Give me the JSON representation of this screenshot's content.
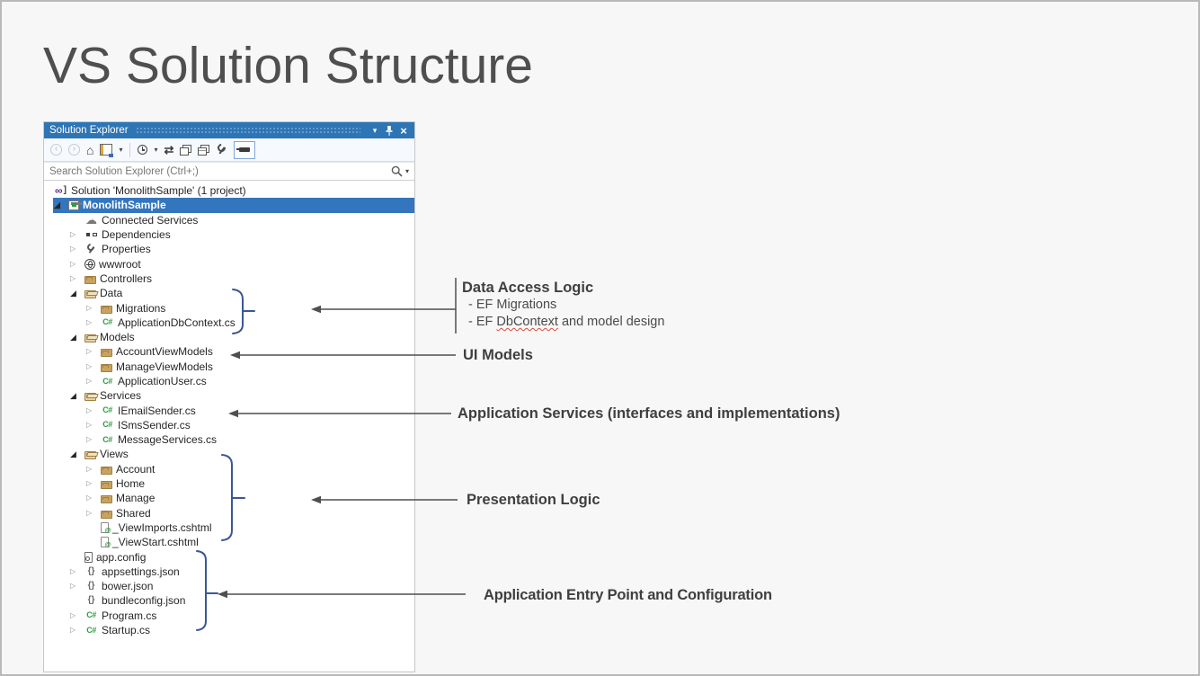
{
  "slide": {
    "title": "VS Solution Structure"
  },
  "panel": {
    "title": "Solution Explorer",
    "search_placeholder": "Search Solution Explorer (Ctrl+;)"
  },
  "glyphs": {
    "caret_down": "▾",
    "close": "×",
    "pin": "pin",
    "back_chevron": "‹",
    "forward_chevron": "›",
    "home": "⌂",
    "refresh": "⇄",
    "collapsed": "▷",
    "expanded": "◢"
  },
  "colors": {
    "titlebar_blue": "#2E75B6",
    "selection_blue": "#3376BD",
    "brace_blue": "#3A5795",
    "arrow_gray": "#4f4f4f",
    "folder_tan": "#C9A35F",
    "csharp_green": "#2F9B43",
    "squiggle_red": "#E04B3A"
  },
  "tree": {
    "items": [
      {
        "depth": 0,
        "icon": "solution",
        "expand": "none",
        "label": "Solution 'MonolithSample' (1 project)"
      },
      {
        "depth": 1,
        "icon": "csproject",
        "expand": "expanded",
        "label": "MonolithSample",
        "selected": true
      },
      {
        "depth": 2,
        "icon": "cloud",
        "expand": "none",
        "label": "Connected Services"
      },
      {
        "depth": 2,
        "icon": "dependencies",
        "expand": "collapsed",
        "label": "Dependencies"
      },
      {
        "depth": 2,
        "icon": "wrench",
        "expand": "collapsed",
        "label": "Properties"
      },
      {
        "depth": 2,
        "icon": "globe",
        "expand": "collapsed",
        "label": "wwwroot"
      },
      {
        "depth": 2,
        "icon": "folder",
        "expand": "collapsed",
        "label": "Controllers"
      },
      {
        "depth": 2,
        "icon": "folder-open",
        "expand": "expanded",
        "label": "Data"
      },
      {
        "depth": 3,
        "icon": "folder",
        "expand": "collapsed",
        "label": "Migrations"
      },
      {
        "depth": 3,
        "icon": "csharp",
        "expand": "collapsed",
        "label": "ApplicationDbContext.cs"
      },
      {
        "depth": 2,
        "icon": "folder-open",
        "expand": "expanded",
        "label": "Models"
      },
      {
        "depth": 3,
        "icon": "folder",
        "expand": "collapsed",
        "label": "AccountViewModels"
      },
      {
        "depth": 3,
        "icon": "folder",
        "expand": "collapsed",
        "label": "ManageViewModels"
      },
      {
        "depth": 3,
        "icon": "csharp",
        "expand": "collapsed",
        "label": "ApplicationUser.cs"
      },
      {
        "depth": 2,
        "icon": "folder-open",
        "expand": "expanded",
        "label": "Services"
      },
      {
        "depth": 3,
        "icon": "csharp",
        "expand": "collapsed",
        "label": "IEmailSender.cs"
      },
      {
        "depth": 3,
        "icon": "csharp",
        "expand": "collapsed",
        "label": "ISmsSender.cs"
      },
      {
        "depth": 3,
        "icon": "csharp",
        "expand": "collapsed",
        "label": "MessageServices.cs"
      },
      {
        "depth": 2,
        "icon": "folder-open",
        "expand": "expanded",
        "label": "Views"
      },
      {
        "depth": 3,
        "icon": "folder",
        "expand": "collapsed",
        "label": "Account"
      },
      {
        "depth": 3,
        "icon": "folder",
        "expand": "collapsed",
        "label": "Home"
      },
      {
        "depth": 3,
        "icon": "folder",
        "expand": "collapsed",
        "label": "Manage"
      },
      {
        "depth": 3,
        "icon": "folder",
        "expand": "collapsed",
        "label": "Shared"
      },
      {
        "depth": 3,
        "icon": "cshtml",
        "expand": "none",
        "label": "_ViewImports.cshtml"
      },
      {
        "depth": 3,
        "icon": "cshtml",
        "expand": "none",
        "label": "_ViewStart.cshtml"
      },
      {
        "depth": 2,
        "icon": "config",
        "expand": "none",
        "label": "app.config"
      },
      {
        "depth": 2,
        "icon": "json",
        "expand": "collapsed",
        "label": "appsettings.json"
      },
      {
        "depth": 2,
        "icon": "json",
        "expand": "collapsed",
        "label": "bower.json"
      },
      {
        "depth": 2,
        "icon": "json",
        "expand": "none",
        "label": "bundleconfig.json"
      },
      {
        "depth": 2,
        "icon": "csharp",
        "expand": "collapsed",
        "label": "Program.cs"
      },
      {
        "depth": 2,
        "icon": "csharp",
        "expand": "collapsed",
        "label": "Startup.cs"
      }
    ]
  },
  "annotations": {
    "data_access": {
      "title": "Data Access Logic",
      "bullet1": "- EF Migrations",
      "bullet2_pre": "- EF ",
      "bullet2_word": "DbContext",
      "bullet2_post": " and model design"
    },
    "ui_models": {
      "title": "UI Models"
    },
    "app_services": {
      "title": "Application Services (interfaces and implementations)"
    },
    "presentation": {
      "title": "Presentation Logic"
    },
    "entry": {
      "title": "Application Entry Point and Configuration"
    }
  }
}
